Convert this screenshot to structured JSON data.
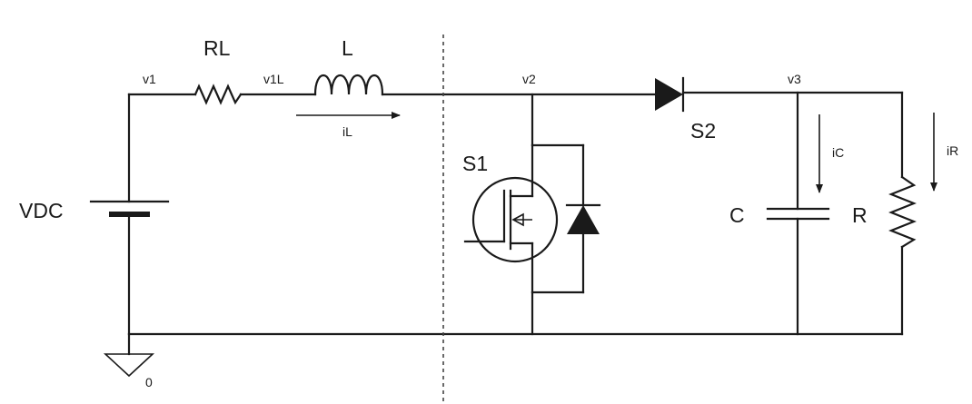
{
  "components": {
    "resistor_rl": "RL",
    "inductor": "L",
    "switch_mosfet": "S1",
    "diode": "S2",
    "source": "VDC",
    "capacitor": "C",
    "load_resistor": "R"
  },
  "nodes": {
    "v1": "v1",
    "v1l": "v1L",
    "v2": "v2",
    "v3": "v3",
    "ground": "0"
  },
  "currents": {
    "inductor_current": "iL",
    "capacitor_current": "iC",
    "load_current": "iR"
  }
}
